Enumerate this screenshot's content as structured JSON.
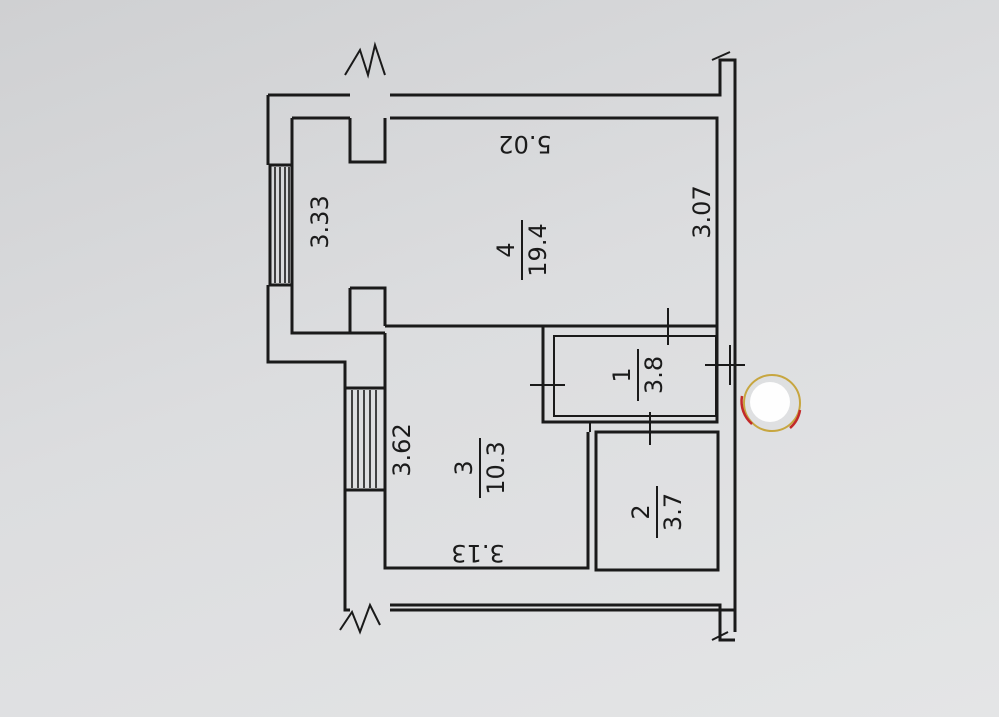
{
  "plan": {
    "rooms": [
      {
        "number": "4",
        "area": "19.4",
        "width": "5.02",
        "depth": "3.07",
        "side": "3.33"
      },
      {
        "number": "3",
        "area": "10.3",
        "depth": "3.62",
        "width": "3.13"
      },
      {
        "number": "1",
        "area": "3.8"
      },
      {
        "number": "2",
        "area": "3.7"
      }
    ]
  },
  "colors": {
    "paper": "#dcdddf",
    "ink": "#1a1a1a"
  }
}
